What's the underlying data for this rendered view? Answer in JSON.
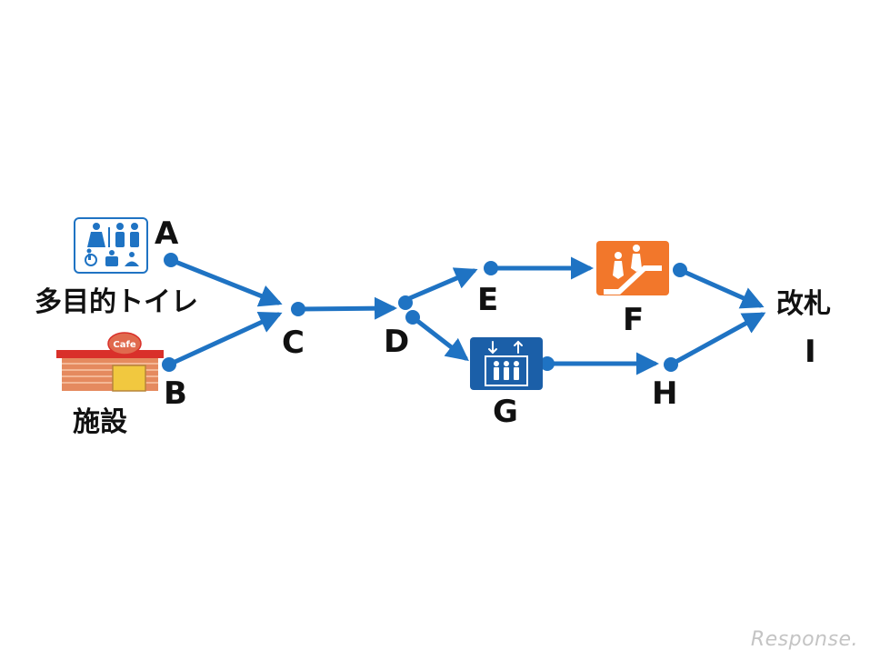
{
  "colors": {
    "route": "#1f73c3",
    "escalator_bg": "#f2772b",
    "elevator_bg": "#1b5fa8",
    "toilet_icon": "#1f73c3",
    "cafe_roof": "#d9302a",
    "cafe_wall": "#e58a5f",
    "cafe_door": "#f1c83f"
  },
  "nodes": {
    "A": "A",
    "B": "B",
    "C": "C",
    "D": "D",
    "E": "E",
    "F": "F",
    "G": "G",
    "H": "H",
    "I": "I"
  },
  "places": {
    "toilet": "多目的トイレ",
    "facility": "施設",
    "gate": "改札"
  },
  "icons": {
    "toilet": "multipurpose-toilet-icon",
    "cafe": "cafe-icon",
    "cafe_sign": "Cafe",
    "escalator": "escalator-icon",
    "elevator": "elevator-icon"
  },
  "watermark": "Response."
}
